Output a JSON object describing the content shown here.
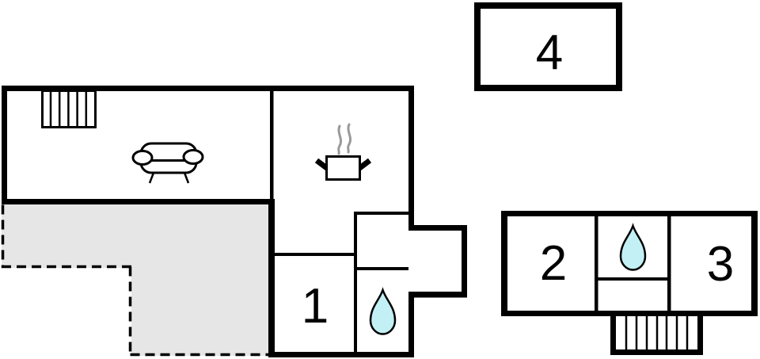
{
  "title": "Holiday home floor plan",
  "colors": {
    "walls": "#000000",
    "terrace_fill": "#e6e6e6",
    "water_drop_fill": "#c2f0f4",
    "steam": "#999999",
    "background": "#ffffff"
  },
  "buildings": {
    "main": {
      "rooms": {
        "living_room": {
          "icons": [
            "stairs-icon",
            "sofa-icon"
          ],
          "stairs_treads": 6
        },
        "kitchen": {
          "icons": [
            "cooking-pot-icon",
            "steam-icon"
          ]
        },
        "room_1": {
          "label": "1"
        },
        "bathroom": {
          "icons": [
            "water-drop-icon"
          ]
        },
        "hallway": {},
        "porch": {},
        "terrace": {
          "outline": "dashed"
        }
      }
    },
    "annex": {
      "rooms": {
        "room_2": {
          "label": "2"
        },
        "room_3": {
          "label": "3"
        },
        "bathroom": {
          "icons": [
            "water-drop-icon"
          ]
        },
        "hallway": {},
        "entrance_stairs": {
          "icons": [
            "stairs-icon"
          ],
          "stairs_treads": 8
        }
      }
    },
    "outbuilding": {
      "rooms": {
        "room_4": {
          "label": "4"
        }
      }
    }
  }
}
